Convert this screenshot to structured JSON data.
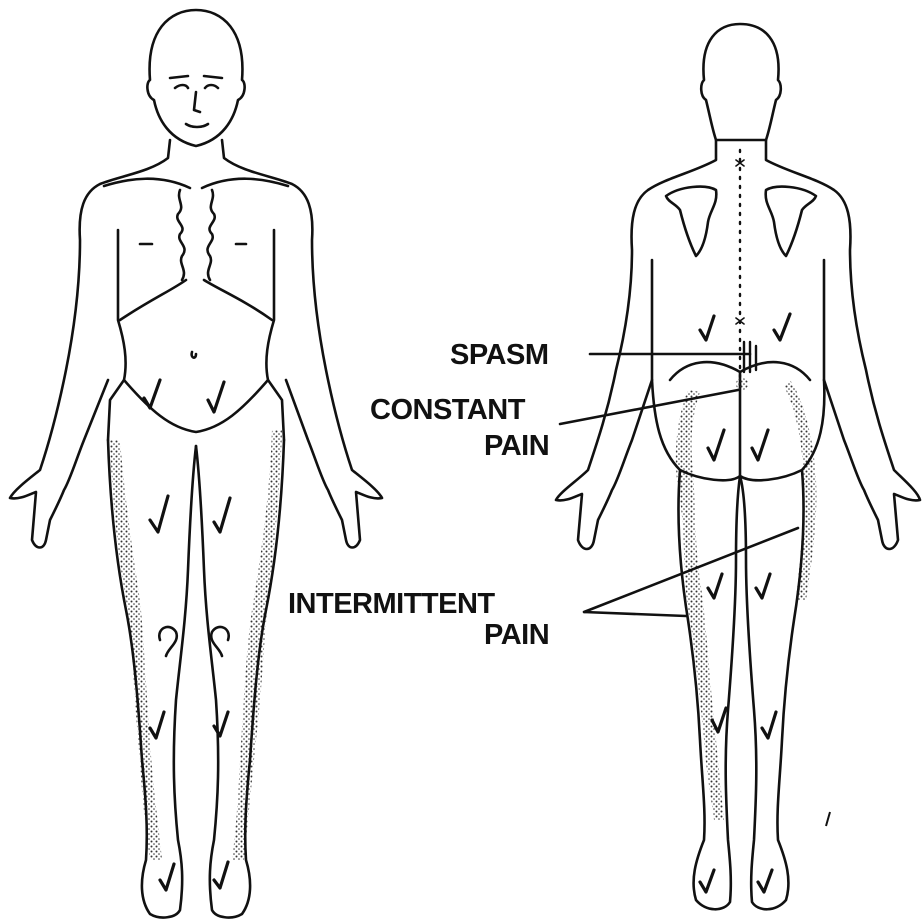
{
  "labels": {
    "spasm": "SPASM",
    "constant_line1": "CONSTANT",
    "constant_line2": "PAIN",
    "intermittent_line1": "INTERMITTENT",
    "intermittent_line2": "PAIN"
  },
  "colors": {
    "ink": "#111111",
    "stipple": "#333333",
    "background": "#ffffff"
  }
}
